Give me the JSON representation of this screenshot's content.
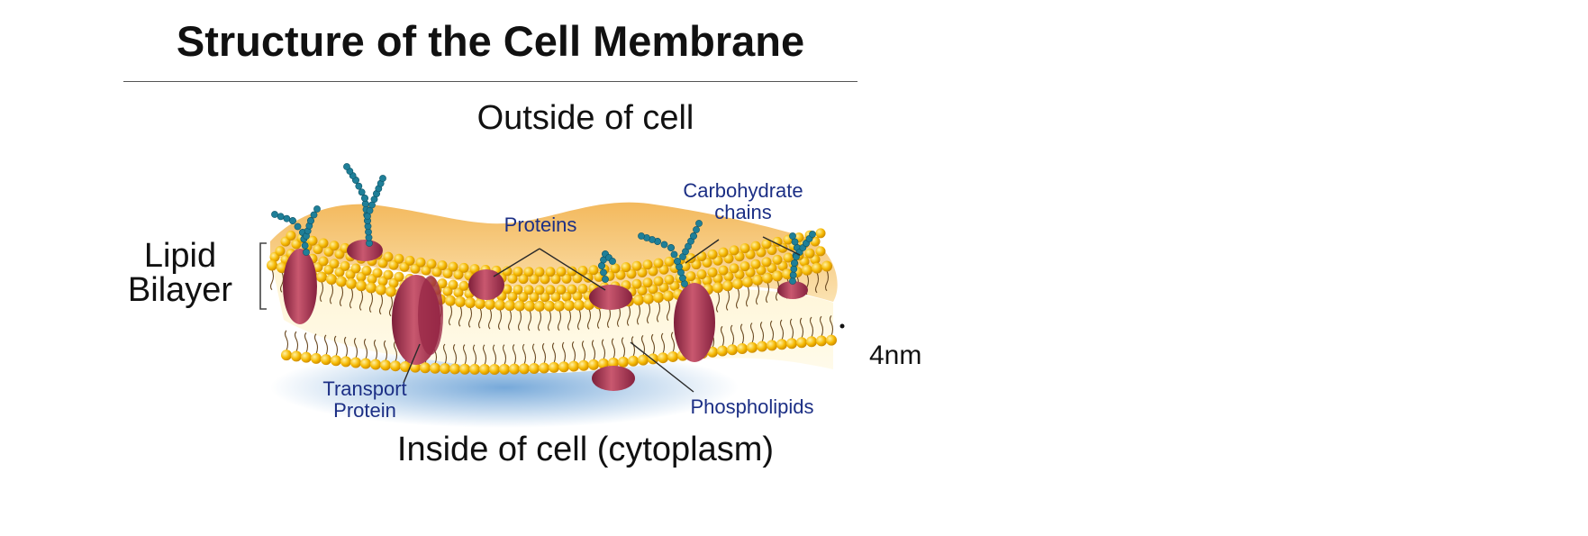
{
  "title": "Structure of the Cell Membrane",
  "labels": {
    "outside": "Outside of cell",
    "inside": "Inside of cell (cytoplasm)",
    "lipid_bilayer": [
      "Lipid",
      "Bilayer"
    ],
    "proteins": "Proteins",
    "carbohydrate_chains": [
      "Carbohydrate",
      "chains"
    ],
    "transport_protein": [
      "Transport",
      "Protein"
    ],
    "phospholipids": "Phospholipids",
    "thickness": "4nm"
  },
  "colors": {
    "title_text": "#111111",
    "label_text": "#1c2f85",
    "phospholipid_head": "#f5b800",
    "tail": "#6b4a22",
    "protein": "#a23350",
    "carbohydrate": "#1f7f98",
    "membrane_top": "#f6c77c",
    "cytoplasm_glow": "#6aa3d6"
  }
}
